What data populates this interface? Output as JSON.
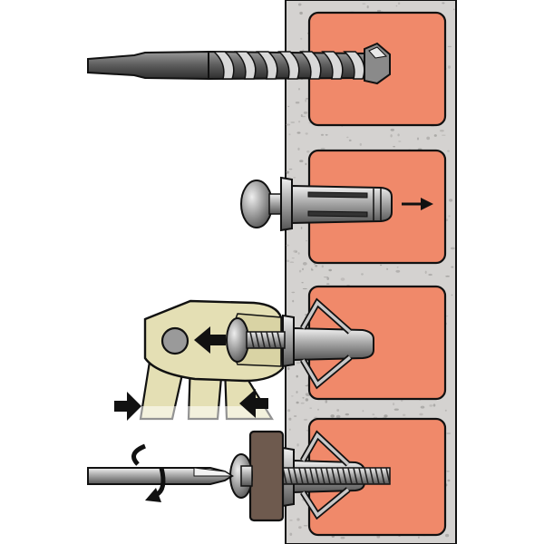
{
  "diagram": {
    "steps": [
      {
        "id": 1,
        "tool": "masonry-drill-bit",
        "action": "drill-hole"
      },
      {
        "id": 2,
        "tool": "hollow-wall-anchor",
        "action": "insert-anchor",
        "arrow": "right"
      },
      {
        "id": 3,
        "tool": "setting-pliers",
        "action": "squeeze-to-expand",
        "arrows": [
          "left",
          "right",
          "left"
        ]
      },
      {
        "id": 4,
        "tool": "screwdriver",
        "action": "tighten-screw",
        "arrow": "rotate"
      }
    ],
    "colors": {
      "wall": "#d4d2d0",
      "wall_speckle": "#9a9896",
      "cavity": "#f0896a",
      "outline": "#111111",
      "metal_dark": "#5a5a5a",
      "metal_mid": "#8c8c8c",
      "metal_light": "#cfcfcf",
      "pliers": "#e4dfb4",
      "pliers_shadow": "#b9b285",
      "washer": "#6e5a4e"
    }
  }
}
